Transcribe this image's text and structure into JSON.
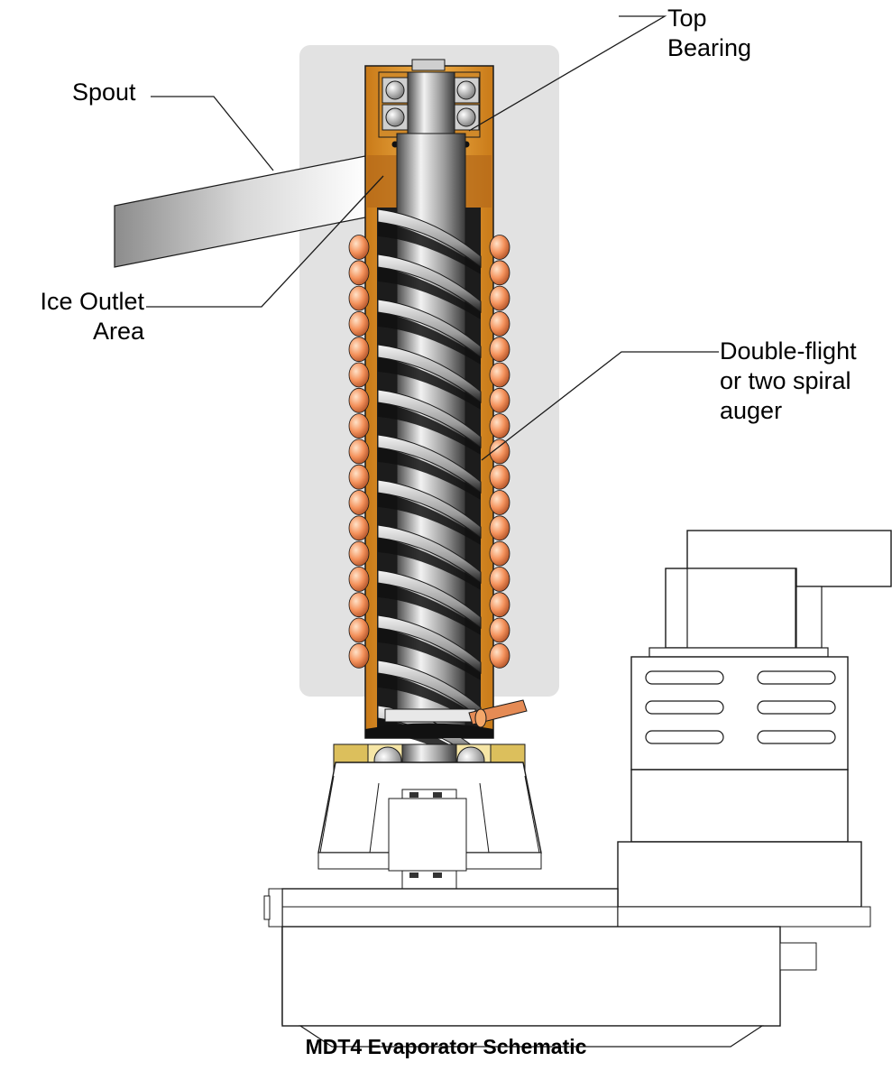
{
  "labels": {
    "spout": "Spout",
    "top_bearing": "Top\nBearing",
    "ice_outlet": "Ice Outlet\nArea",
    "auger": "Double-flight\nor two spiral\nauger"
  },
  "caption": "MDT4 Evaporator Schematic",
  "colors": {
    "housing": "#e0e0e0",
    "copper": "#e69a2c",
    "coil": "#f28b5a",
    "steel": "#b5b5b5",
    "brass": "#d9b54a",
    "outline": "#1a1a1a"
  }
}
